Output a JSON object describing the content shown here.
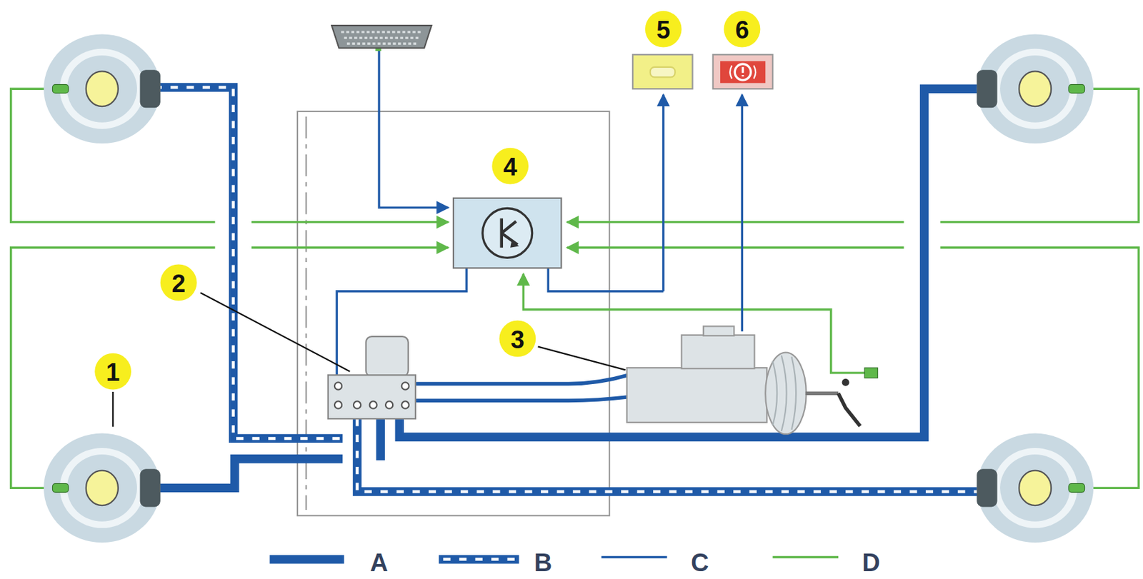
{
  "diagram": {
    "labels": [
      "1",
      "2",
      "3",
      "4",
      "5",
      "6"
    ],
    "legend": [
      {
        "text": "A"
      },
      {
        "text": "B"
      },
      {
        "text": "C"
      },
      {
        "text": "D"
      }
    ]
  }
}
